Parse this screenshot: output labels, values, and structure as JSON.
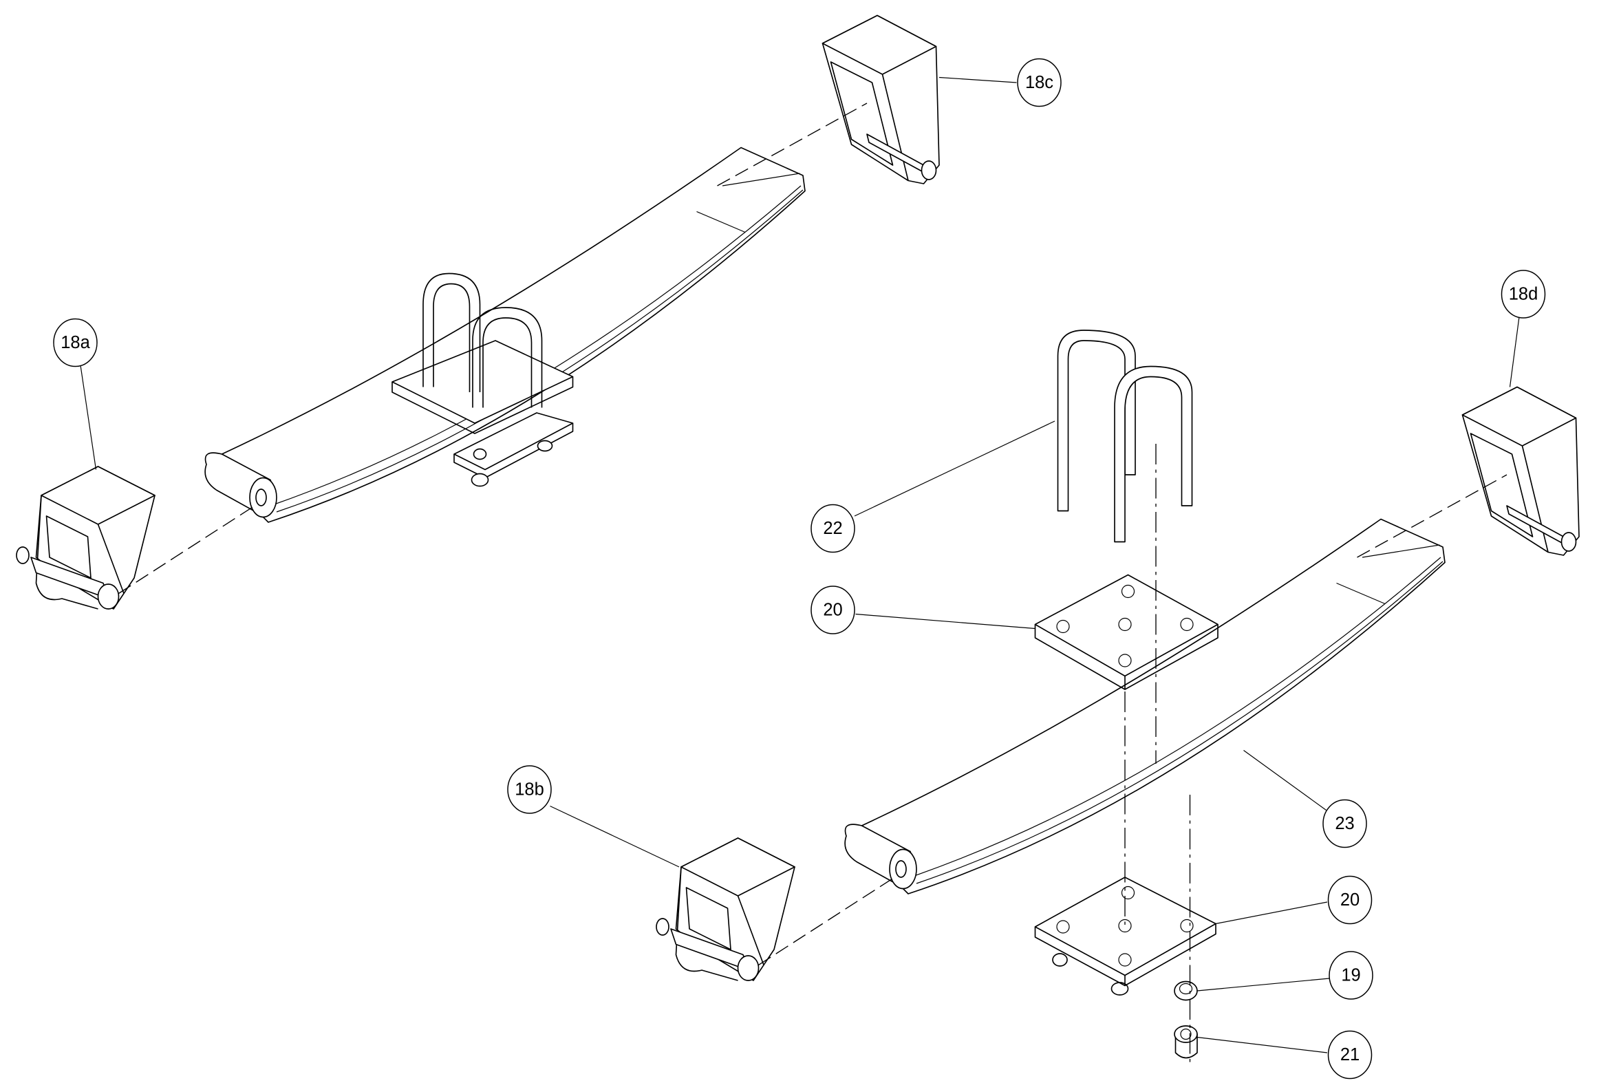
{
  "diagram": {
    "type": "exploded parts diagram",
    "callouts": [
      {
        "id": "18a",
        "label": "18a"
      },
      {
        "id": "18b",
        "label": "18b"
      },
      {
        "id": "18c",
        "label": "18c"
      },
      {
        "id": "18d",
        "label": "18d"
      },
      {
        "id": "22",
        "label": "22"
      },
      {
        "id": "20-top",
        "label": "20"
      },
      {
        "id": "23",
        "label": "23"
      },
      {
        "id": "20-bottom",
        "label": "20"
      },
      {
        "id": "19",
        "label": "19"
      },
      {
        "id": "21",
        "label": "21"
      }
    ]
  }
}
